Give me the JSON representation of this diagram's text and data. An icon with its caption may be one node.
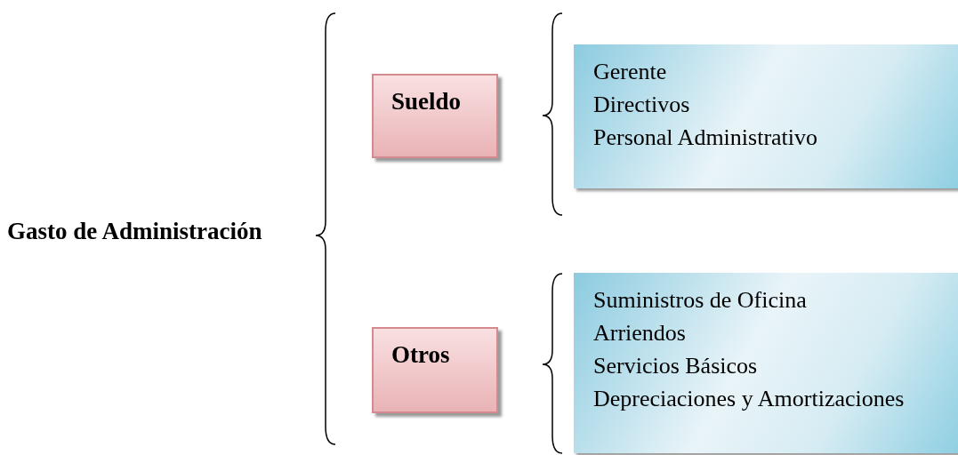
{
  "diagram": {
    "nodes": [
      {
        "text": [
          "Sueldo"
        ]
      },
      {
        "text": [
          "Otros"
        ]
      },
      {
        "text": [
          "Gerente",
          "Directivos",
          "Personal Administrativo"
        ]
      },
      {
        "text": [
          "Suministros de Oficina",
          "Arriendos",
          "Servicios Básicos",
          "Depreciaciones y Amortizaciones"
        ]
      }
    ],
    "labels": [
      "Gasto de Administración"
    ]
  }
}
